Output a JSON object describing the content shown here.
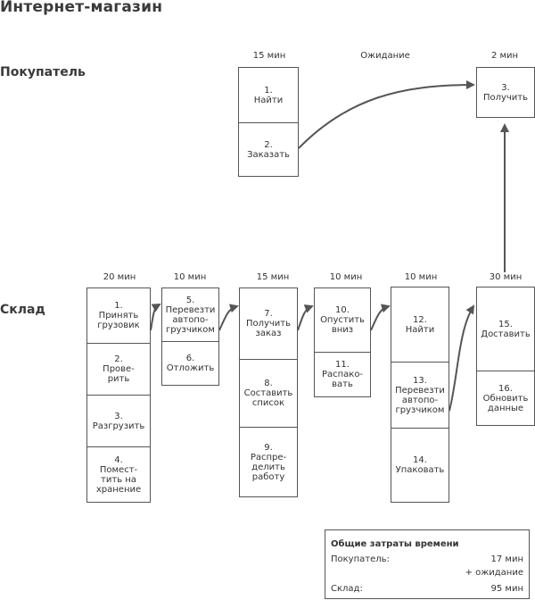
{
  "title": "Интернет-магазин",
  "lanes": {
    "customer": "Покупатель",
    "warehouse": "Склад"
  },
  "customer": {
    "time_1": "15 мин",
    "wait": "Ожидание",
    "time_2": "2 мин",
    "steps": [
      "1.\nНайти",
      "2.\nЗаказать",
      "3.\nПолучить"
    ]
  },
  "warehouse": {
    "groups": [
      {
        "time": "20 мин",
        "steps": [
          "1.\nПринять\nгрузовик",
          "2.\nПрове-\nрить",
          "3.\nРазгрузить",
          "4.\nПомест-\nтить на\nхранение"
        ]
      },
      {
        "time": "10 мин",
        "steps": [
          "5.\nПеревезти\nавтопо-\nгрузчиком",
          "6.\nОтложить"
        ]
      },
      {
        "time": "15 мин",
        "steps": [
          "7.\nПолучить\nзаказ",
          "8.\nСоставить\nсписок",
          "9.\nРаспре-\nделить\nработу"
        ]
      },
      {
        "time": "10 мин",
        "steps": [
          "10.\nОпустить\nвниз",
          "11.\nРаспако-\nвать"
        ]
      },
      {
        "time": "10 мин",
        "steps": [
          "12.\nНайти",
          "13.\nПеревезти\nавтопо-\nгрузчиком",
          "14.\nУпаковать"
        ]
      },
      {
        "time": "30 мин",
        "steps": [
          "15.\nДоставить",
          "16.\nОбновить\nданные"
        ]
      }
    ]
  },
  "summary": {
    "title": "Общие затраты времени",
    "customer_label": "Покупатель:",
    "customer_value": "17 мин",
    "customer_extra": "+ ожидание",
    "warehouse_label": "Склад:",
    "warehouse_value": "95 мин"
  },
  "colors": {
    "line": "#555555",
    "arrow": "#555555"
  }
}
